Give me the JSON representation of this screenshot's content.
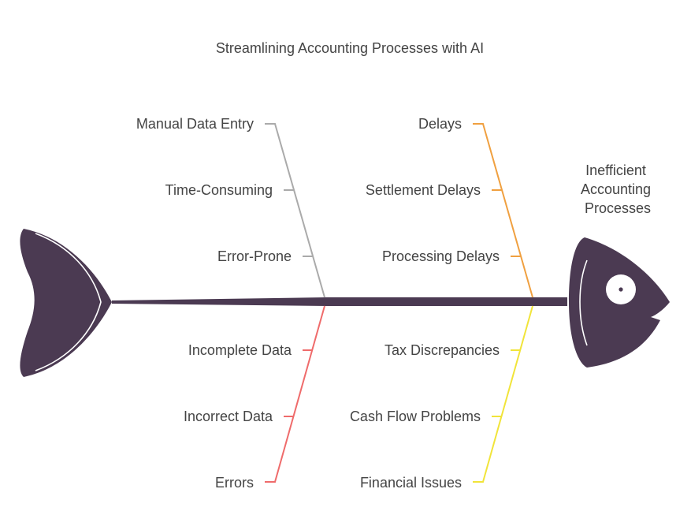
{
  "title": "Streamlining Accounting Processes with AI",
  "head": {
    "label_lines": [
      "Inefficient",
      "Accounting",
      "Processes"
    ]
  },
  "colors": {
    "fish": "#4b3a52",
    "bone_gray": "#aaaaaa",
    "bone_orange": "#f0a040",
    "bone_red": "#ef6b6b",
    "bone_yellow": "#f1e43a",
    "text": "#444444"
  },
  "categories": {
    "top_left": {
      "items": [
        "Manual Data Entry",
        "Time-Consuming",
        "Error-Prone"
      ]
    },
    "top_right": {
      "items": [
        "Delays",
        "Settlement Delays",
        "Processing Delays"
      ]
    },
    "bottom_left": {
      "items": [
        "Incomplete Data",
        "Incorrect Data",
        "Errors"
      ]
    },
    "bottom_right": {
      "items": [
        "Tax Discrepancies",
        "Cash Flow Problems",
        "Financial Issues"
      ]
    }
  }
}
